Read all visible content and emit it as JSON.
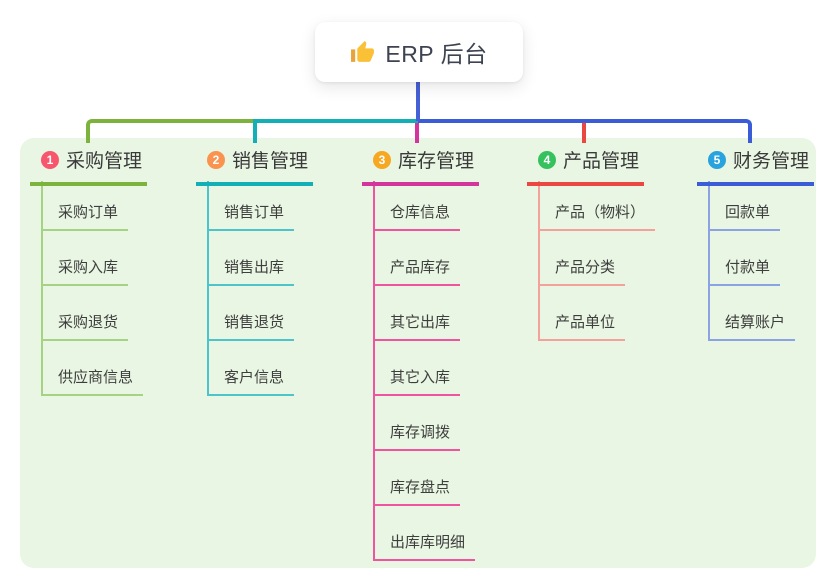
{
  "root": {
    "title": "ERP 后台",
    "icon": "thumbs-up-icon"
  },
  "colors": {
    "page_background": "#ffffff",
    "panel_background": "#e9f6e3",
    "root_connector": "#4560d6",
    "branch_main": [
      "#7cb33c",
      "#12b0b6",
      "#d4359d",
      "#ea4743",
      "#3a5cd7"
    ],
    "branch_light": [
      "#a6d284",
      "#4cc4c9",
      "#f0549f",
      "#f4a19b",
      "#8ba3e3"
    ],
    "badge_colors": [
      "#f8566c",
      "#fb9350",
      "#f6a821",
      "#36c15f",
      "#29a3dd"
    ],
    "icon_color": "#fac036"
  },
  "branches": [
    {
      "num": "1",
      "label": "采购管理",
      "children": [
        "采购订单",
        "采购入库",
        "采购退货",
        "供应商信息"
      ]
    },
    {
      "num": "2",
      "label": "销售管理",
      "children": [
        "销售订单",
        "销售出库",
        "销售退货",
        "客户信息"
      ]
    },
    {
      "num": "3",
      "label": "库存管理",
      "children": [
        "仓库信息",
        "产品库存",
        "其它出库",
        "其它入库",
        "库存调拨",
        "库存盘点",
        "出库库明细"
      ]
    },
    {
      "num": "4",
      "label": "产品管理",
      "children": [
        "产品（物料）",
        "产品分类",
        "产品单位"
      ]
    },
    {
      "num": "5",
      "label": "财务管理",
      "children": [
        "回款单",
        "付款单",
        "结算账户"
      ]
    }
  ]
}
